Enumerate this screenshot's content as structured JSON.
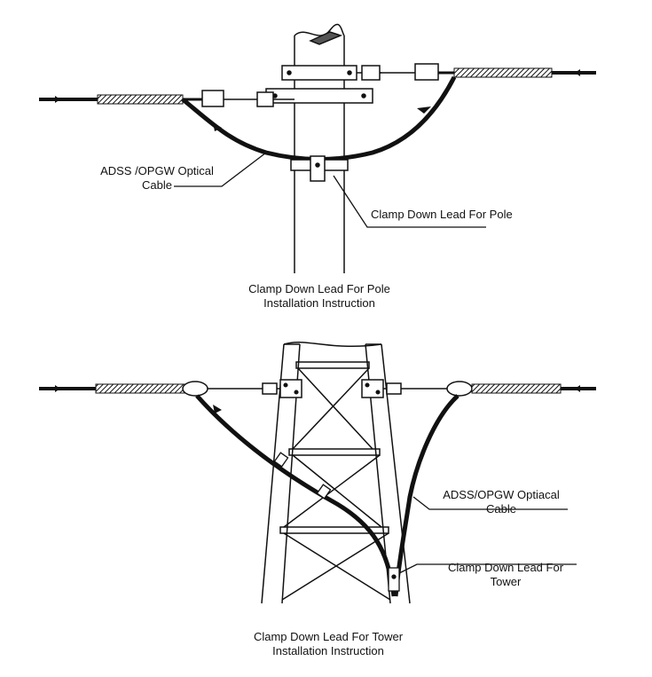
{
  "pole_section": {
    "cable_label": {
      "line1": "ADSS /OPGW Optical",
      "line2": "Cable"
    },
    "clamp_label": "Clamp Down Lead For Pole",
    "caption": {
      "line1": "Clamp Down Lead For Pole",
      "line2": "Installation Instruction"
    }
  },
  "tower_section": {
    "cable_label": {
      "line1": "ADSS/OPGW Optiacal",
      "line2": "Cable"
    },
    "clamp_label": {
      "line1": "Clamp Down Lead For",
      "line2": "Tower"
    },
    "caption": {
      "line1": "Clamp Down Lead For Tower",
      "line2": "Installation Instruction"
    }
  },
  "colors": {
    "ink": "#111111",
    "background": "#ffffff"
  }
}
